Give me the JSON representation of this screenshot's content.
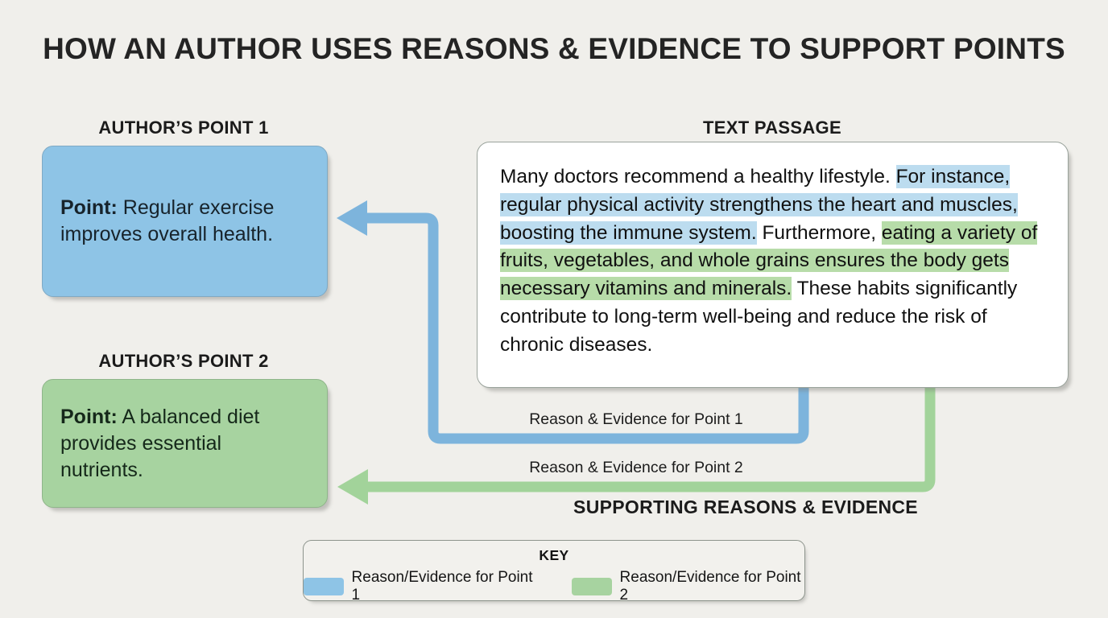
{
  "title": "HOW AN AUTHOR USES REASONS & EVIDENCE TO SUPPORT POINTS",
  "captions": {
    "point1": "AUTHOR’S POINT 1",
    "point2": "AUTHOR’S POINT 2",
    "passage": "TEXT PASSAGE",
    "support": "SUPPORTING REASONS & EVIDENCE"
  },
  "points": [
    {
      "lead": "Point:",
      "text": " Regular exercise improves overall health.",
      "fill": "#8ec4e6"
    },
    {
      "lead": "Point:",
      "text": " A balanced diet provides essential nutrients.",
      "fill": "#a7d3a0"
    }
  ],
  "passage": {
    "segments": [
      {
        "text": "Many doctors recommend a healthy lifestyle. ",
        "highlight": "none"
      },
      {
        "text": "For instance, regular physical activity strengthens the heart and muscles, boosting the immune system.",
        "highlight": "blue"
      },
      {
        "text": " Furthermore, ",
        "highlight": "none"
      },
      {
        "text": "eating a variety of fruits, vegetables, and whole grains ensures the body gets necessary vitamins and minerals.",
        "highlight": "green"
      },
      {
        "text": " These habits significantly contribute to long-term well-being and reduce the risk of chronic diseases.",
        "highlight": "none"
      }
    ],
    "full_text": "Many doctors recommend a healthy lifestyle. For instance, regular physical activity strengthens the heart and muscles, boosting the immune system. Furthermore, eating a variety of fruits, vegetables, and whole grains ensures the body gets necessary vitamins and minerals. These habits significantly contribute to long-term well-being and reduce the risk of chronic diseases."
  },
  "connectors": [
    {
      "label": "Reason & Evidence for Point 1",
      "color": "#7db4dc"
    },
    {
      "label": "Reason & Evidence for Point 2",
      "color": "#a2d39a"
    }
  ],
  "key": {
    "title": "KEY",
    "items": [
      {
        "label": "Reason/Evidence for Point 1",
        "color": "#8ec4e6"
      },
      {
        "label": "Reason/Evidence for Point 2",
        "color": "#a7d3a0"
      }
    ]
  },
  "colors": {
    "background": "#f0efeb",
    "highlight_blue": "#bcdcef",
    "highlight_green": "#b7dca9",
    "arrow_blue": "#7db4dc",
    "arrow_green": "#a2d39a",
    "text": "#1d1d1b"
  }
}
